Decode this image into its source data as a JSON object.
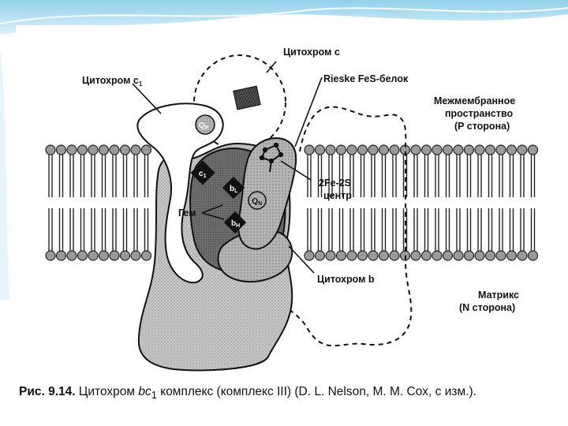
{
  "figure": {
    "labels": {
      "cytochrome_c": "Цитохром c",
      "cytochrome_c1": "Цитохром c",
      "cytochrome_c1_sub": "1",
      "rieske": "Rieske FeS-белок",
      "intermembrane_1": "Межмембранное",
      "intermembrane_2": "пространство",
      "intermembrane_3": "(P сторона)",
      "qp": "Q",
      "qp_sub": "P",
      "c1_heme": "c",
      "c1_heme_sub": "1",
      "bl": "b",
      "bl_sub": "L",
      "bh": "b",
      "bh_sub": "H",
      "qn": "Q",
      "qn_sub": "N",
      "heme": "Гем",
      "fes_1": "2Fe-2S",
      "fes_2": "центр",
      "cytochrome_b": "Цитохром b",
      "matrix_1": "Матрикс",
      "matrix_2": "(N сторона)"
    }
  },
  "caption": {
    "fig_no": "Рис. 9.14.",
    "text_1": "Цитохром",
    "italic": "bc",
    "sub": "1",
    "text_2": "комплекс (комплекс III) (D. L. Nelson, M. M. Cox, с изм.)."
  }
}
